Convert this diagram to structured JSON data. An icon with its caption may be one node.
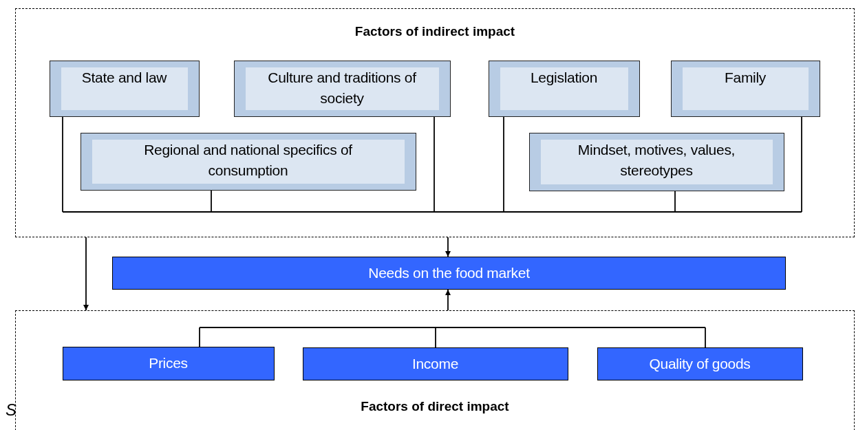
{
  "diagram": {
    "nodes": [
      {
        "text": [
          "Factors of indirect impact"
        ]
      },
      {
        "text": [
          "State and law"
        ],
        "in": 0
      },
      {
        "text": [
          "Culture and traditions of society"
        ],
        "in": 0
      },
      {
        "text": [
          "Legislation"
        ],
        "in": 0
      },
      {
        "text": [
          "Family"
        ],
        "in": 0
      },
      {
        "text": [
          "Regional and national specifics of consumption"
        ],
        "in": 0
      },
      {
        "text": [
          "Mindset, motives, values, stereotypes"
        ],
        "in": 0
      },
      {
        "text": [
          "Needs on the food market"
        ]
      },
      {
        "text": [
          "Factors of direct impact"
        ]
      },
      {
        "text": [
          "Prices"
        ],
        "in": 8
      },
      {
        "text": [
          "Income"
        ],
        "in": 8
      },
      {
        "text": [
          "Quality of goods"
        ],
        "in": 8
      }
    ],
    "edges": [
      {
        "from": 0,
        "to": 7,
        "arrow": "to"
      },
      {
        "from": 8,
        "to": 7,
        "arrow": "to"
      },
      {
        "from": 0,
        "to": 8,
        "arrow": "to"
      },
      {
        "from": 1,
        "to": null,
        "arrow": "none"
      },
      {
        "from": 2,
        "to": null,
        "arrow": "none"
      },
      {
        "from": 3,
        "to": null,
        "arrow": "none"
      },
      {
        "from": 4,
        "to": null,
        "arrow": "none"
      },
      {
        "from": 5,
        "to": null,
        "arrow": "none"
      },
      {
        "from": 6,
        "to": null,
        "arrow": "none"
      },
      {
        "from": 9,
        "to": null,
        "arrow": "none"
      },
      {
        "from": 10,
        "to": null,
        "arrow": "none"
      },
      {
        "from": 11,
        "to": null,
        "arrow": "none"
      }
    ],
    "labels": [
      "S"
    ]
  }
}
